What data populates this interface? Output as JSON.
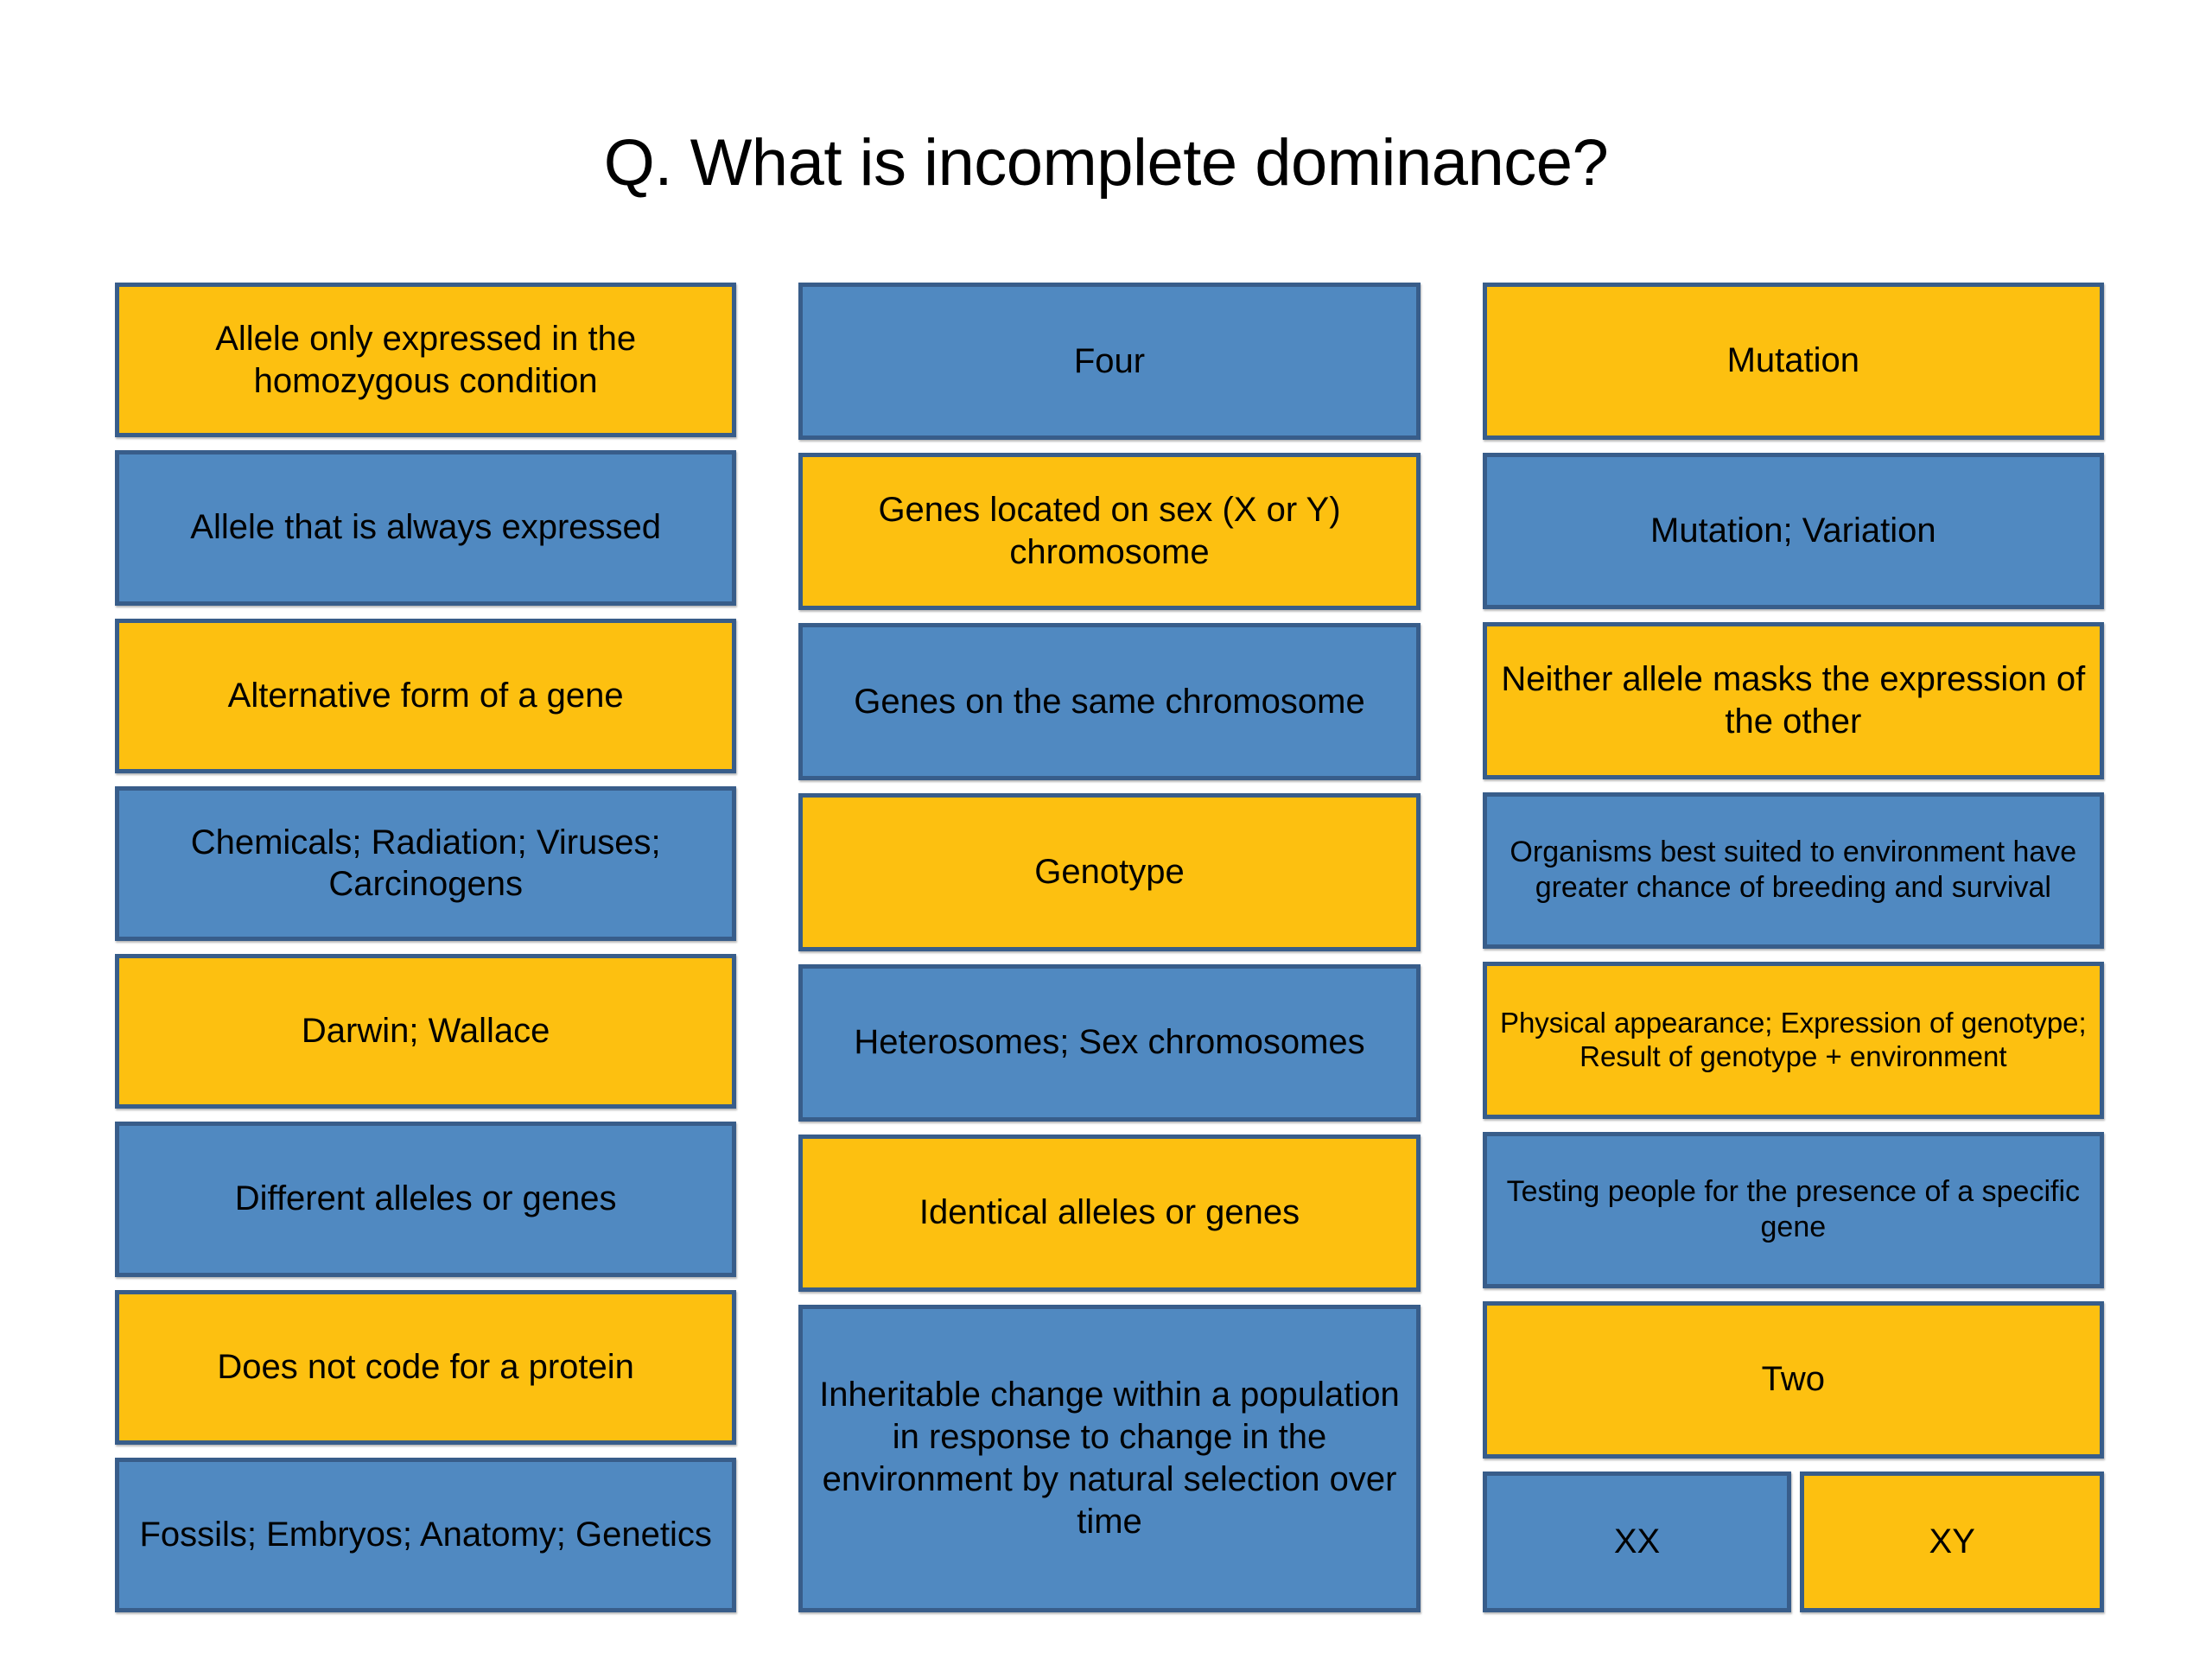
{
  "slide": {
    "title": "Q. What is incomplete dominance?",
    "background_color": "#FFFFFF"
  },
  "theme": {
    "yellow_fill": "#FDC010",
    "blue_fill": "#5089C1",
    "border_color": "#385D8A",
    "text_color": "#000000"
  },
  "grid": {
    "columns": [
      {
        "name": "column-1",
        "cards": [
          {
            "text": "Allele only expressed in the homozygous condition",
            "fill": "yellow",
            "size": "md"
          },
          {
            "text": "Allele that is always expressed",
            "fill": "blue",
            "size": "md"
          },
          {
            "text": "Alternative form of a gene",
            "fill": "yellow",
            "size": "md"
          },
          {
            "text": "Chemicals; Radiation; Viruses; Carcinogens",
            "fill": "blue",
            "size": "md"
          },
          {
            "text": "Darwin; Wallace",
            "fill": "yellow",
            "size": "md"
          },
          {
            "text": "Different alleles or genes",
            "fill": "blue",
            "size": "md"
          },
          {
            "text": "Does not code for a protein",
            "fill": "yellow",
            "size": "md"
          },
          {
            "text": "Fossils; Embryos; Anatomy; Genetics",
            "fill": "blue",
            "size": "md"
          }
        ]
      },
      {
        "name": "column-2",
        "cards": [
          {
            "text": "Four",
            "fill": "blue",
            "size": "md"
          },
          {
            "text": "Genes located on sex (X or Y) chromosome",
            "fill": "yellow",
            "size": "md"
          },
          {
            "text": "Genes on the same chromosome",
            "fill": "blue",
            "size": "md"
          },
          {
            "text": "Genotype",
            "fill": "yellow",
            "size": "md"
          },
          {
            "text": "Heterosomes; Sex chromosomes",
            "fill": "blue",
            "size": "md"
          },
          {
            "text": "Identical alleles or genes",
            "fill": "yellow",
            "size": "md"
          },
          {
            "text": "Inheritable change within a population in response to change in the environment by natural selection over time",
            "fill": "blue",
            "size": "md",
            "span": 2
          }
        ]
      },
      {
        "name": "column-3",
        "cards": [
          {
            "text": "Mutation",
            "fill": "yellow",
            "size": "md"
          },
          {
            "text": "Mutation; Variation",
            "fill": "blue",
            "size": "md"
          },
          {
            "text": "Neither allele masks the expression of the other",
            "fill": "yellow",
            "size": "md"
          },
          {
            "text": "Organisms best suited to environment have greater chance of breeding and survival",
            "fill": "blue",
            "size": "sm"
          },
          {
            "text": "Physical appearance; Expression of genotype; Result of genotype + environment",
            "fill": "yellow",
            "size": "xs"
          },
          {
            "text": "Testing people for the presence of a specific gene",
            "fill": "blue",
            "size": "sm"
          },
          {
            "text": "Two",
            "fill": "yellow",
            "size": "md"
          }
        ],
        "split_row": {
          "name": "split-row-sex-chromosomes",
          "left": {
            "text": "XX",
            "fill": "blue",
            "size": "md"
          },
          "right": {
            "text": "XY",
            "fill": "yellow",
            "size": "md"
          }
        }
      }
    ]
  }
}
